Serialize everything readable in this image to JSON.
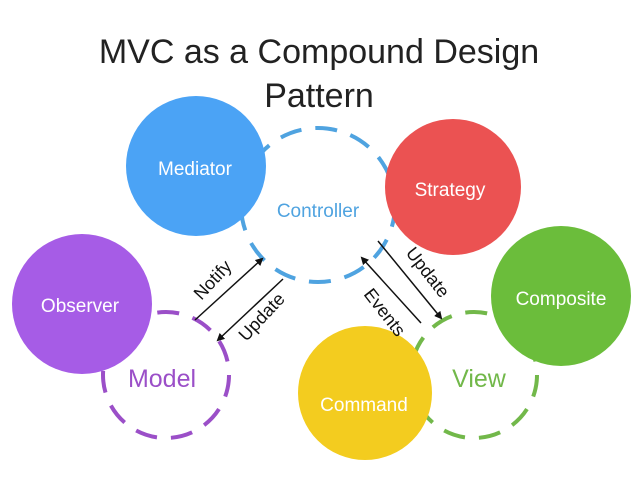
{
  "title": {
    "line1": "MVC as a Compound Design",
    "line2": "Pattern"
  },
  "nodes": {
    "controller": "Controller",
    "model": "Model",
    "view": "View",
    "mediator": "Mediator",
    "strategy": "Strategy",
    "observer": "Observer",
    "composite": "Composite",
    "command": "Command"
  },
  "edges": {
    "notify": "Notify",
    "update_model": "Update",
    "update_view": "Update",
    "events": "Events"
  },
  "colors": {
    "controller": "#4fa3e0",
    "model": "#9b4fc8",
    "view": "#72b84a",
    "mediator": "#4ba3f5",
    "strategy": "#eb5252",
    "observer": "#a65ce6",
    "composite": "#6bbd3b",
    "command": "#f3cc1f"
  }
}
